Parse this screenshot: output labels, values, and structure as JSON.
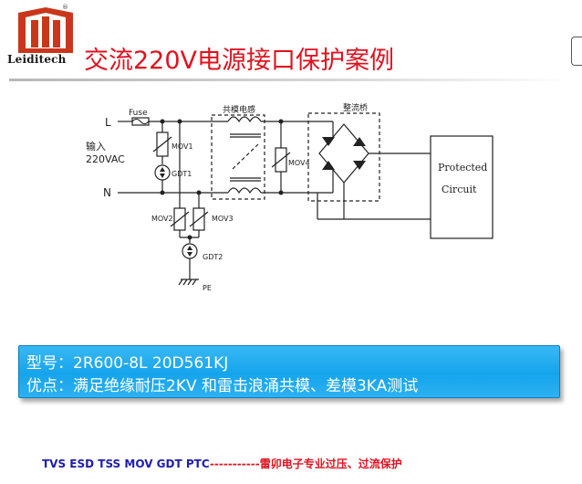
{
  "brand": {
    "name": "Leiditech",
    "registered_mark": "®",
    "logo_color": "#c9361b"
  },
  "header": {
    "title": "交流220V电源接口保护案例",
    "title_color": "#e0121f"
  },
  "diagram": {
    "labels": {
      "line": "L",
      "neutral": "N",
      "fuse": "Fuse",
      "input_line1": "输入",
      "input_line2": "220VAC",
      "mov1": "MOV1",
      "gdt1": "GDT1",
      "mov2": "MOV2",
      "mov3": "MOV3",
      "gdt2": "GDT2",
      "pe": "PE",
      "common_mode_choke": "共模电感",
      "mov4": "MOV4",
      "bridge": "整流桥",
      "protected_line1": "Protected",
      "protected_line2": "Circuit"
    }
  },
  "info": {
    "model_label": "型号：",
    "model_value": "2R600-8L  20D561KJ",
    "advantage_label": "优点：",
    "advantage_value": "满足绝缘耐压2KV 和雷击浪涌共模、差模3KA测试",
    "box_color": "#15a4ec"
  },
  "footer": {
    "tech_list": "TVS ESD TSS MOV GDT PTC",
    "dashes": "-----------",
    "company_text": "雷卯电子专业过压、过流保护"
  }
}
